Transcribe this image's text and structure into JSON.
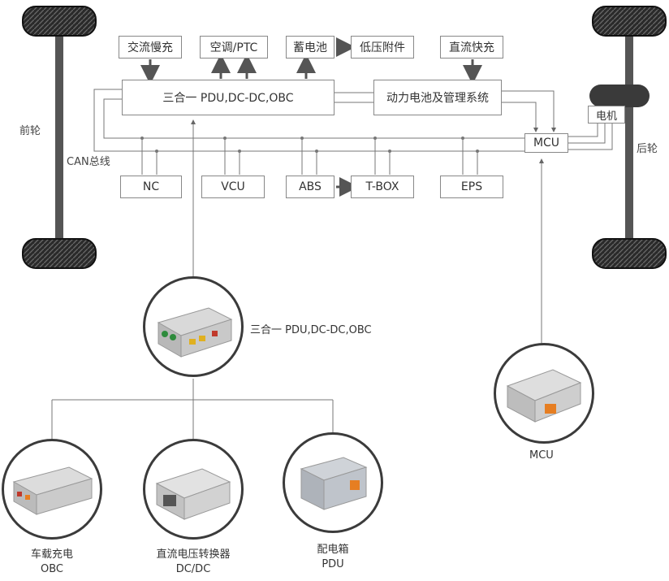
{
  "labels": {
    "front_wheel": "前轮",
    "rear_wheel": "后轮",
    "can_bus": "CAN总线",
    "motor": "电机"
  },
  "top_boxes": {
    "ac_slow_charge": "交流慢充",
    "ac_ptc": "空调/PTC",
    "battery": "蓄电池",
    "low_voltage": "低压附件",
    "dc_fast_charge": "直流快充"
  },
  "main_boxes": {
    "three_in_one": "三合一 PDU,DC-DC,OBC",
    "power_battery": "动力电池及管理系统",
    "mcu": "MCU"
  },
  "bus_boxes": {
    "nc": "NC",
    "vcu": "VCU",
    "abs": "ABS",
    "tbox": "T-BOX",
    "eps": "EPS"
  },
  "products": {
    "three_in_one_caption": "三合一 PDU,DC-DC,OBC",
    "mcu_caption": "MCU",
    "obc_caption_1": "车载充电",
    "obc_caption_2": "OBC",
    "dcdc_caption_1": "直流电压转换器",
    "dcdc_caption_2": "DC/DC",
    "pdu_caption_1": "配电箱",
    "pdu_caption_2": "PDU"
  }
}
